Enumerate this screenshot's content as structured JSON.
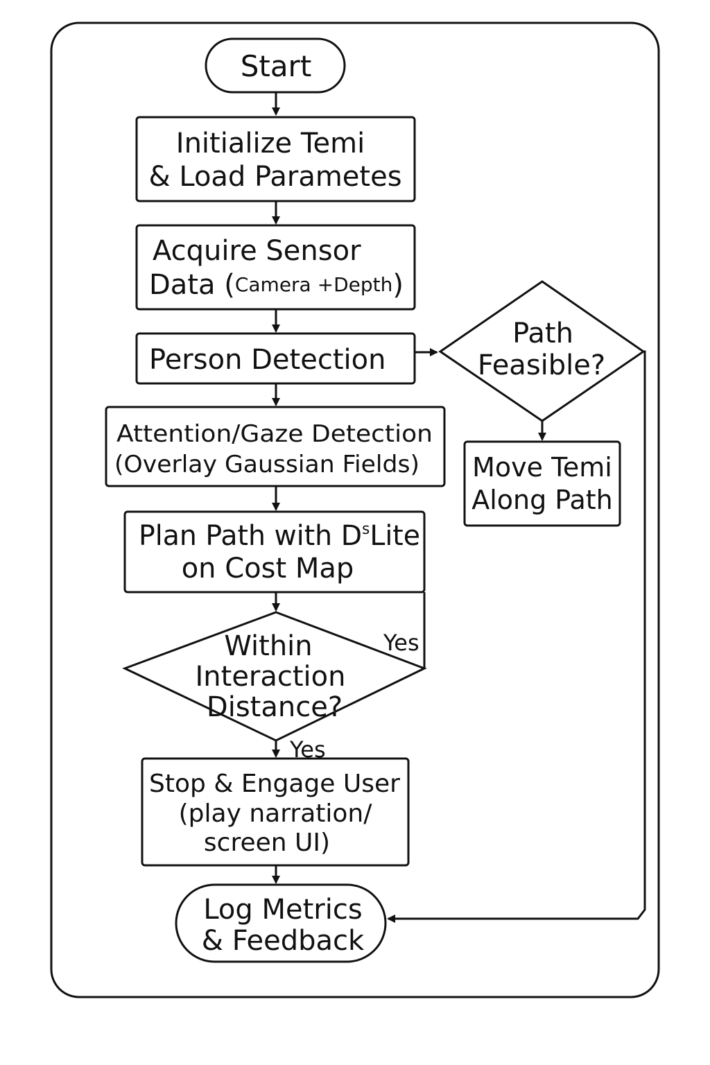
{
  "nodes": {
    "start": {
      "lines": [
        "Start"
      ]
    },
    "initialize": {
      "lines": [
        "Initialize Temi",
        "& Load Parametes"
      ]
    },
    "acquire": {
      "lines": [
        "Acquire Sensor"
      ],
      "line2_main": "Data (",
      "line2_small": "Camera +Depth",
      "line2_end": ")"
    },
    "person_detection": {
      "lines": [
        "Person Detection"
      ]
    },
    "attention": {
      "lines": [
        "Attention/Gaze Detection",
        "(Overlay Gaussian Fields)"
      ]
    },
    "plan_path": {
      "line1_main": "Plan Path with D",
      "line1_sup": "s",
      "line1_end": "Lite",
      "lines": [
        "on Cost Map"
      ]
    },
    "within_distance": {
      "lines": [
        "Within",
        "Interaction",
        "Distance?"
      ]
    },
    "stop_engage": {
      "lines": [
        "Stop & Engage User",
        "(play narration/",
        "screen UI)"
      ]
    },
    "log_metrics": {
      "lines": [
        "Log Metrics",
        "& Feedback"
      ]
    },
    "path_feasible": {
      "lines": [
        "Path",
        "Feasible?"
      ]
    },
    "move_temi": {
      "lines": [
        "Move Temi",
        "Along Path"
      ]
    }
  },
  "edge_labels": {
    "yes_right": "Yes",
    "yes_down": "Yes"
  }
}
